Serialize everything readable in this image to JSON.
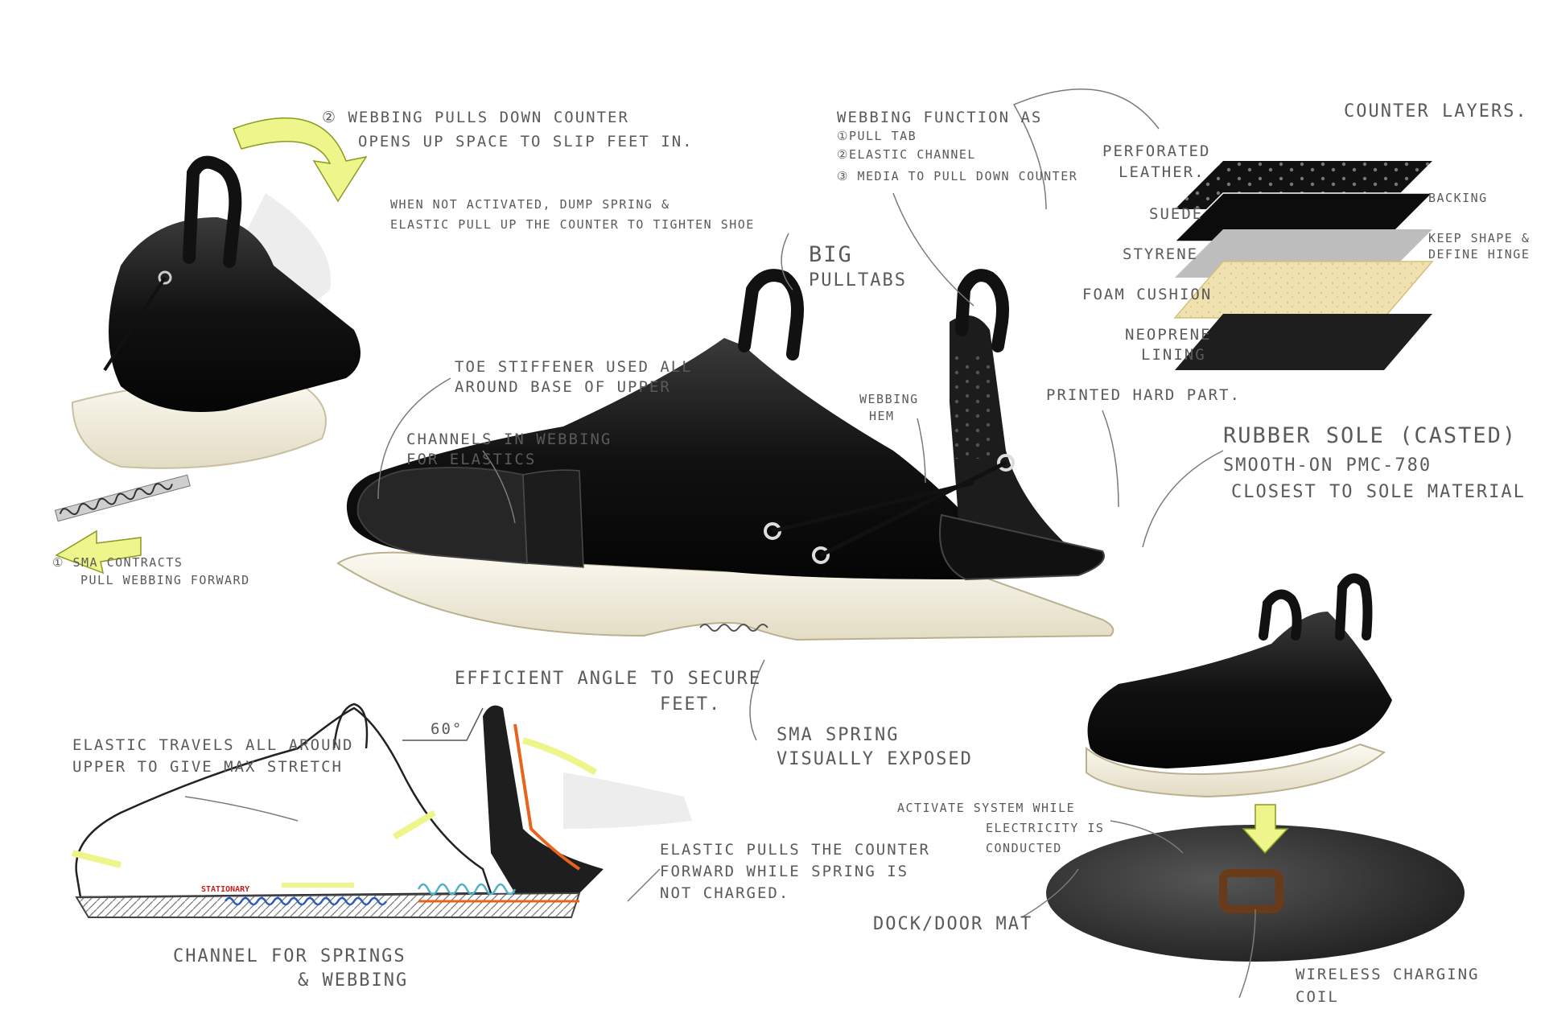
{
  "colors": {
    "leather": "#1b1b1b",
    "sole": "#f3efe2",
    "arrow": "#eef58a",
    "elastic": "#e8641e",
    "spring": "#2b59c3",
    "spring_alt": "#4fb3c8",
    "foam": "#efe2b0",
    "text": "#5a5a5a"
  },
  "notes": {
    "webbing_pulls_1": "② webbing pulls down counter",
    "webbing_pulls_2": "opens up space to slip feet in.",
    "not_activated_1": "when not activated, dump spring &",
    "not_activated_2": "elastic pull up the counter to tighten shoe",
    "sma_contracts_1": "① SMA contracts",
    "sma_contracts_2": "pull webbing forward",
    "webbing_function_title": "webbing function as",
    "webbing_function_1": "①pull tab",
    "webbing_function_2": "②elastic channel",
    "webbing_function_3": "③ media to pull down counter",
    "big_pulltabs_1": "BIG",
    "big_pulltabs_2": "PULLTABS",
    "toe_stiffener_1": "toe stiffener used all",
    "toe_stiffener_2": "around base of upper",
    "channels_1": "channels in webbing",
    "channels_2": "for elastics",
    "webbing_hem_1": "webbing",
    "webbing_hem_2": "hem",
    "printed_hard_part": "printed hard part.",
    "rubber_sole_1": "rubber sole (casted)",
    "rubber_sole_2": "smooth-on PMC-780",
    "rubber_sole_3": "closest to sole material",
    "efficient_angle_1": "efficient angle to secure",
    "efficient_angle_2": "feet.",
    "angle_value": "60°",
    "sma_spring_1": "SMA spring",
    "sma_spring_2": "visually exposed",
    "elastic_travels_1": "elastic travels all around",
    "elastic_travels_2": "upper to give max stretch",
    "elastic_pulls_1": "elastic pulls the counter",
    "elastic_pulls_2": "forward while spring is",
    "elastic_pulls_3": "not charged.",
    "stationary": "STATIONARY",
    "channel_springs_1": "channel for springs",
    "channel_springs_2": "& webbing",
    "activate_1": "activate system while",
    "activate_2": "electricity is",
    "activate_3": "conducted",
    "dock_mat": "dock/door mat",
    "wireless_1": "wireless charging",
    "wireless_2": "coil"
  },
  "layers": {
    "title": "counter layers.",
    "perforated_1": "perforated",
    "perforated_2": "leather.",
    "suede": "suede",
    "styrene": "styrene",
    "foam": "foam cushion",
    "neoprene_1": "neoprene",
    "neoprene_2": "lining",
    "backing": "backing",
    "keep_shape_1": "keep shape &",
    "keep_shape_2": "define hinge"
  }
}
